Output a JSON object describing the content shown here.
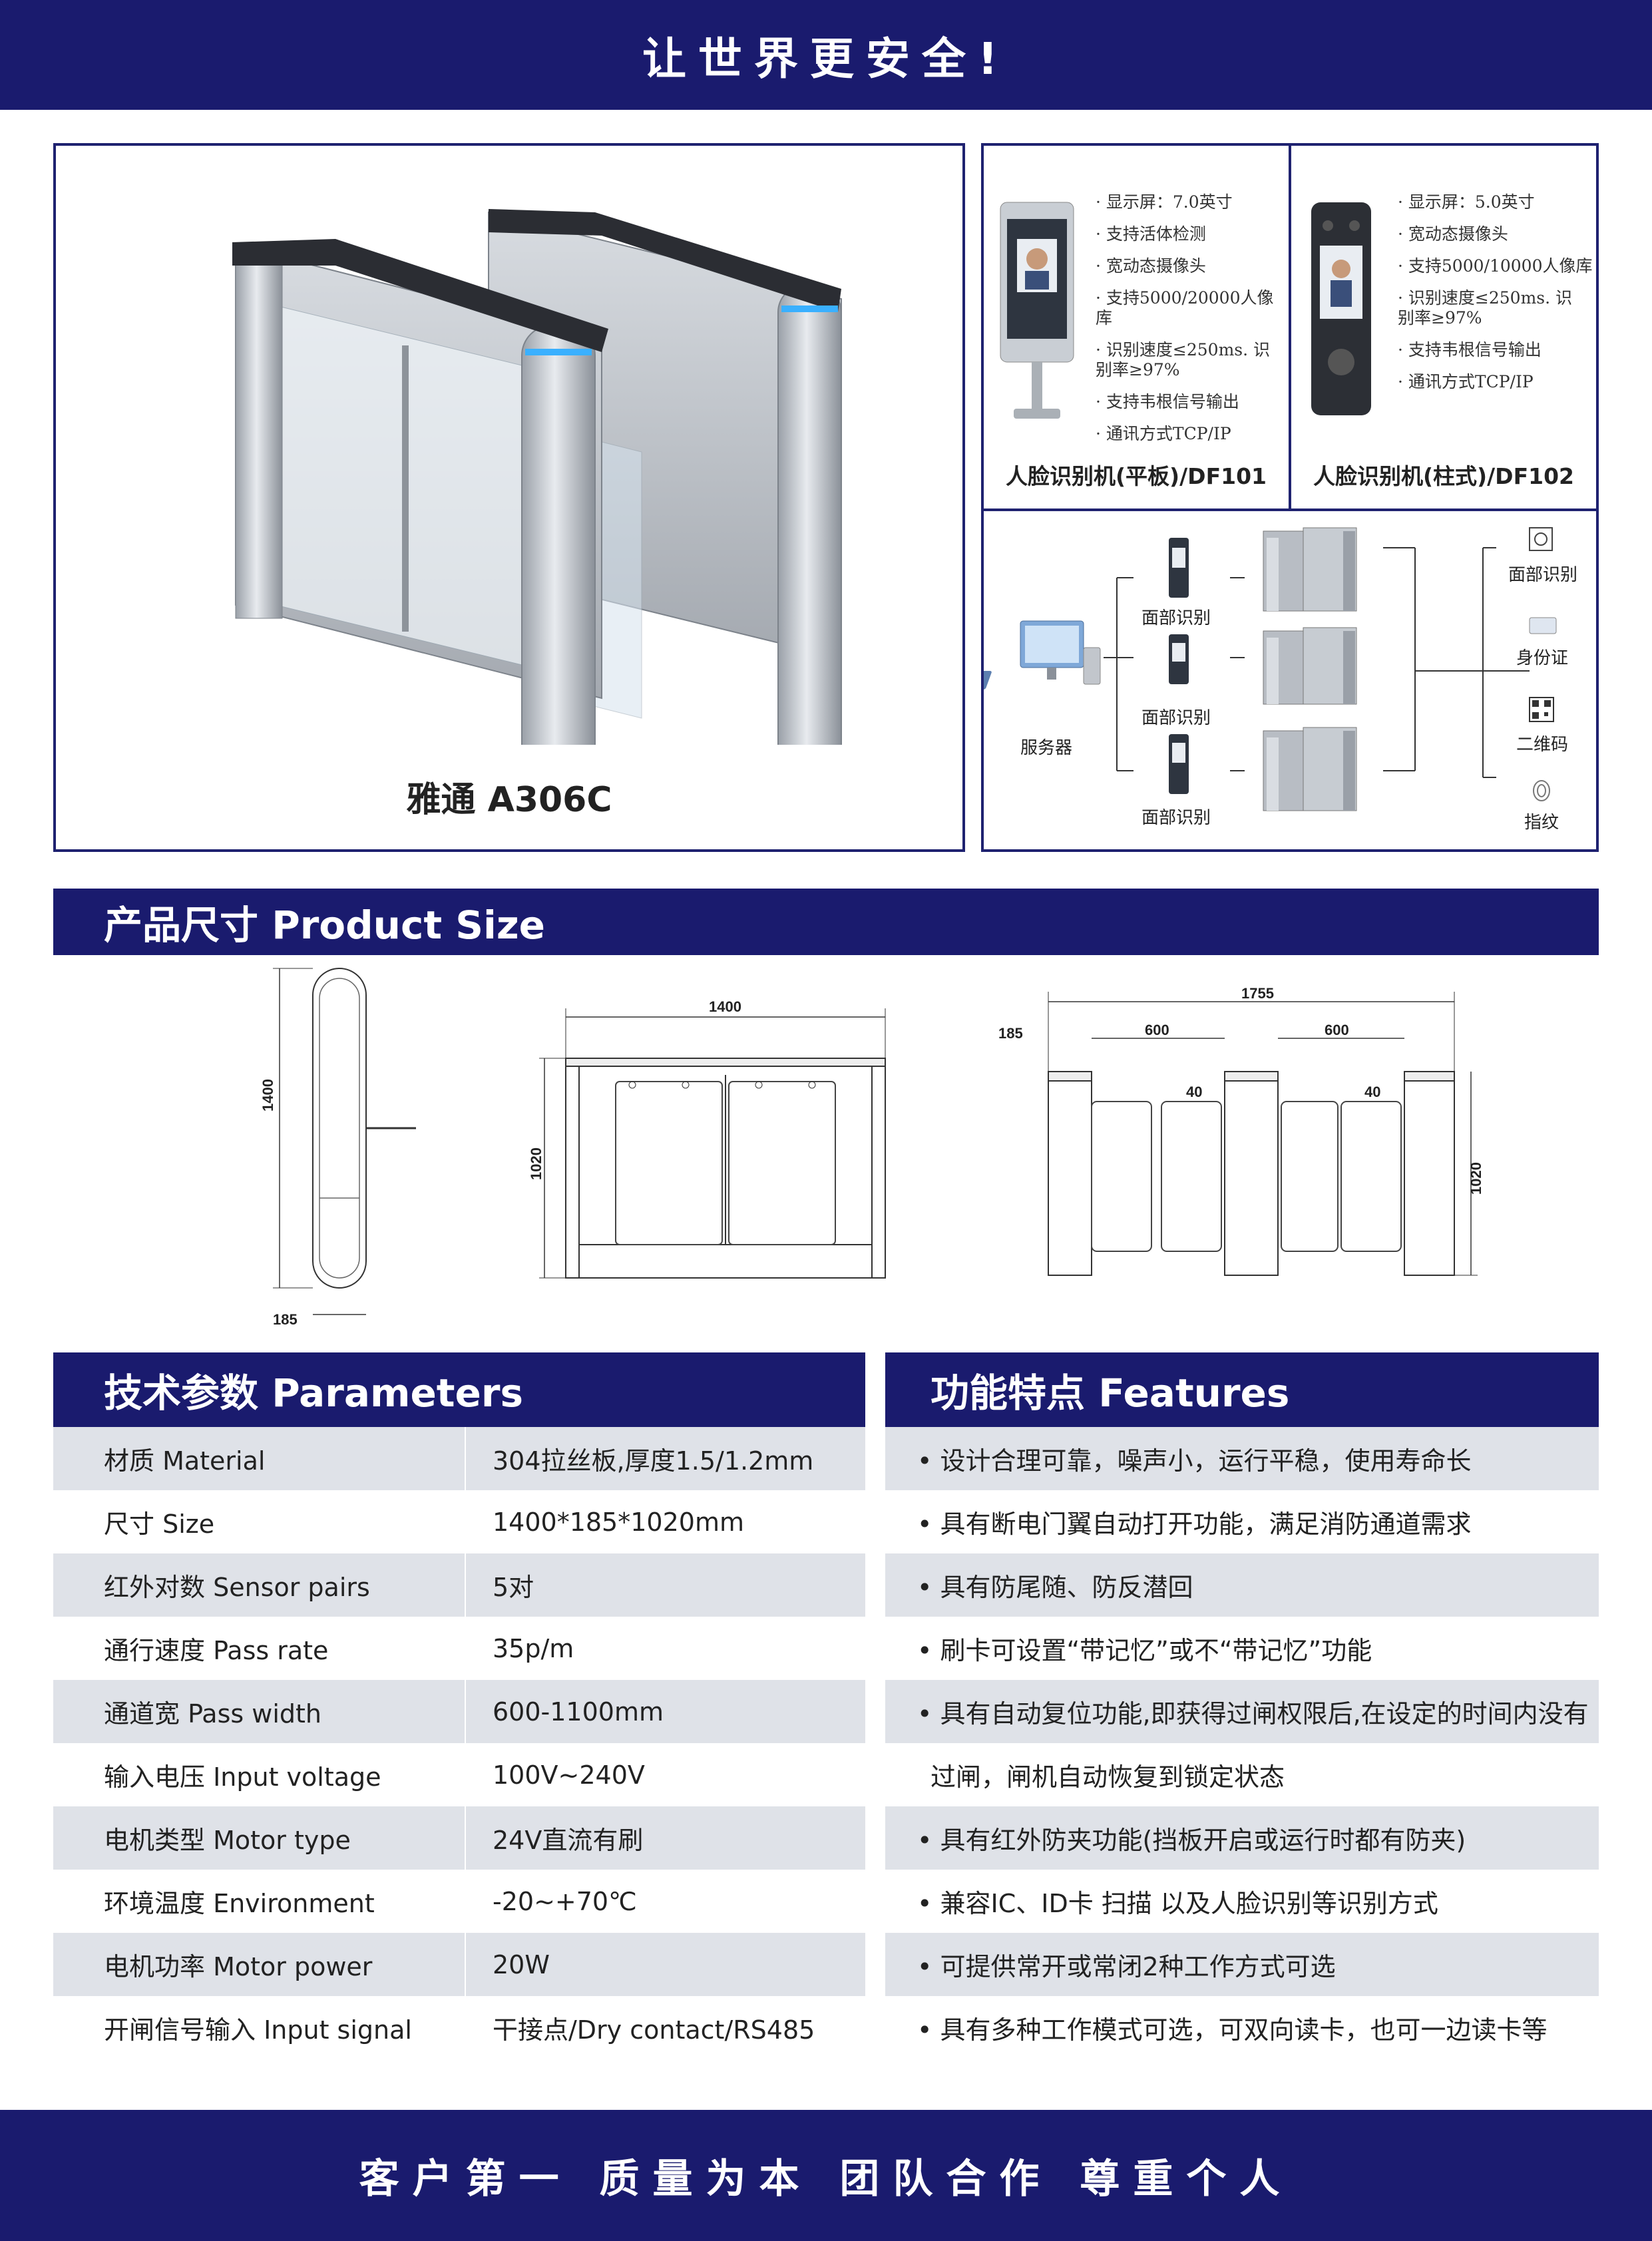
{
  "header": {
    "slogan": "让世界更安全!"
  },
  "product": {
    "caption": "雅通 A306C"
  },
  "devices": [
    {
      "caption": "人脸识别机(平板)/DF101",
      "specs": [
        "显示屏：7.0英寸",
        "支持活体检测",
        "宽动态摄像头",
        "支持5000/20000人像库",
        "识别速度≤250ms. 识别率≥97%",
        "支持韦根信号输出",
        "通讯方式TCP/IP"
      ]
    },
    {
      "caption": "人脸识别机(柱式)/DF102",
      "specs": [
        "显示屏：5.0英寸",
        "宽动态摄像头",
        "支持5000/10000人像库",
        "识别速度≤250ms. 识别率≥97%",
        "支持韦根信号输出",
        "通讯方式TCP/IP"
      ]
    }
  ],
  "network": {
    "server_label": "服务器",
    "face_labels": [
      "面部识别",
      "面部识别",
      "面部识别"
    ],
    "methods": [
      "面部识别",
      "身份证",
      "二维码",
      "指纹"
    ]
  },
  "size_section": {
    "title": "产品尺寸 Product Size"
  },
  "drawings": {
    "side": {
      "height": "1400",
      "depth": "185"
    },
    "front": {
      "width": "1400",
      "height": "1020"
    },
    "top": {
      "total": "1755",
      "depth": "185",
      "lane1": "600",
      "lane2": "600",
      "gap1": "40",
      "gap2": "40",
      "height": "1020"
    }
  },
  "parameters": {
    "title": "技术参数 Parameters",
    "rows": [
      {
        "label": "材质 Material",
        "value": "304拉丝板,厚度1.5/1.2mm"
      },
      {
        "label": "尺寸 Size",
        "value": "1400*185*1020mm"
      },
      {
        "label": "红外对数 Sensor pairs",
        "value": "5对"
      },
      {
        "label": "通行速度 Pass rate",
        "value": "35p/m"
      },
      {
        "label": "通道宽 Pass width",
        "value": "600-1100mm"
      },
      {
        "label": "输入电压 Input voltage",
        "value": "100V~240V"
      },
      {
        "label": "电机类型 Motor type",
        "value": "24V直流有刷"
      },
      {
        "label": "环境温度 Environment",
        "value": "-20~+70℃"
      },
      {
        "label": "电机功率 Motor power",
        "value": "20W"
      },
      {
        "label": "开闸信号输入 Input signal",
        "value": "干接点/Dry contact/RS485"
      }
    ]
  },
  "features": {
    "title": "功能特点 Features",
    "items": [
      "• 设计合理可靠，噪声小，运行平稳，使用寿命长",
      "• 具有断电门翼自动打开功能，满足消防通道需求",
      "• 具有防尾随、防反潜回",
      "• 刷卡可设置“带记忆”或不“带记忆”功能",
      "• 具有自动复位功能,即获得过闸权限后,在设定的时间内没有",
      "过闸，闸机自动恢复到锁定状态",
      "• 具有红外防夹功能(挡板开启或运行时都有防夹)",
      "• 兼容IC、ID卡 扫描 以及人脸识别等识别方式",
      "• 可提供常开或常闭2种工作方式可选",
      "• 具有多种工作模式可选，可双向读卡，也可一边读卡等"
    ]
  },
  "footer": {
    "slogan": "客户第一  质量为本  团队合作  尊重个人"
  },
  "colors": {
    "navy": "#1a1b6e",
    "row_shade": "#dfe2e8"
  }
}
